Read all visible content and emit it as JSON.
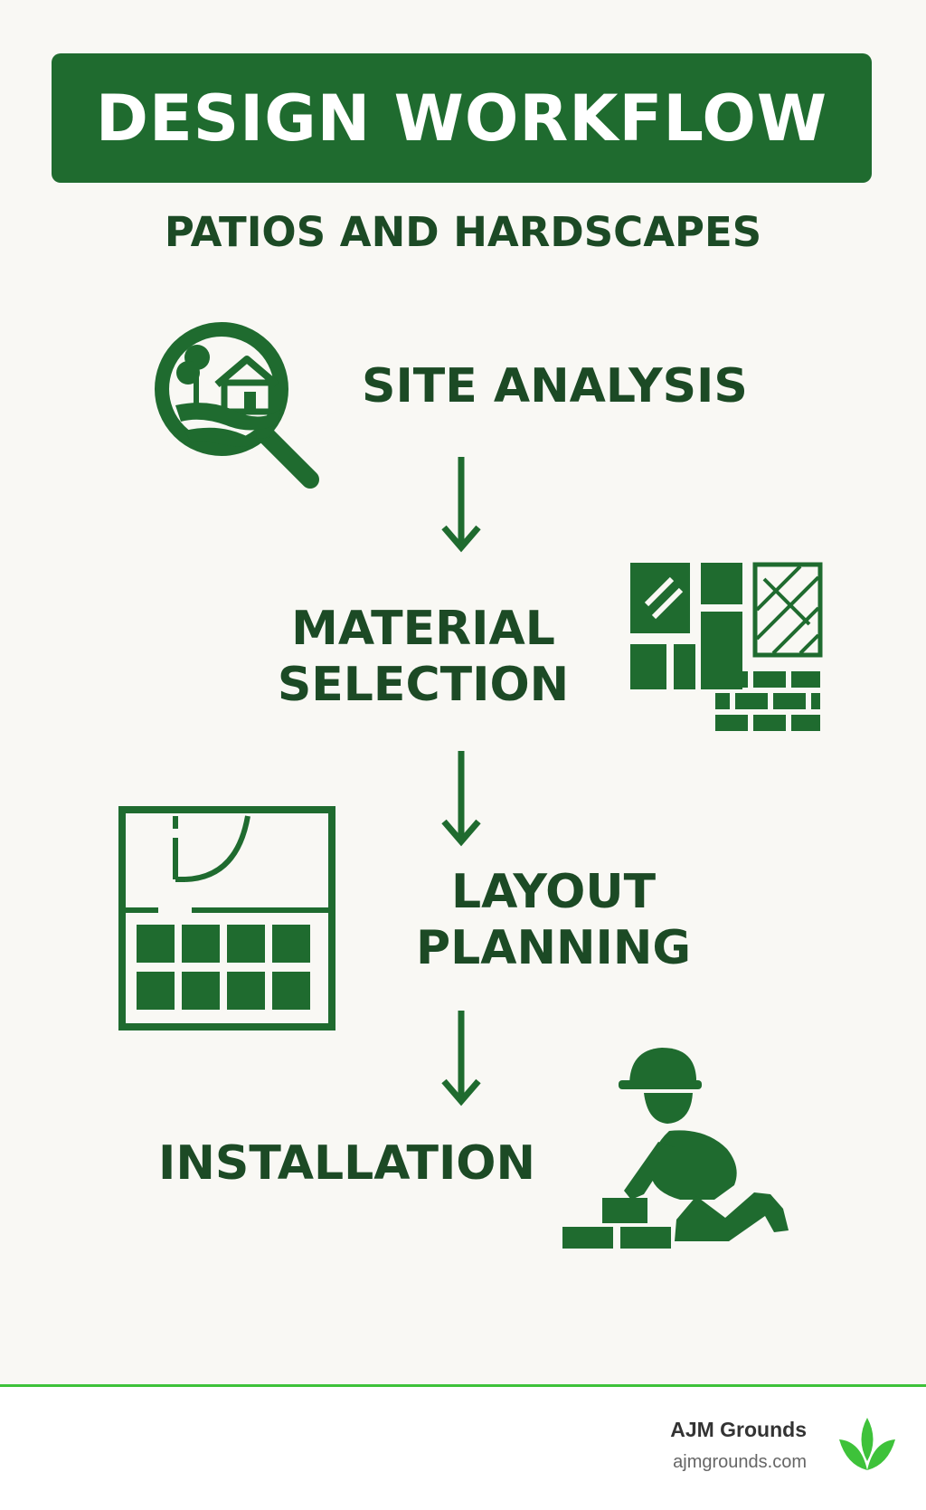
{
  "header": {
    "title": "DESIGN WORKFLOW"
  },
  "subtitle": "PATIOS AND HARDSCAPES",
  "steps": [
    {
      "lines": [
        "SITE ANALYSIS"
      ],
      "icon": "magnifier-house-icon"
    },
    {
      "lines": [
        "MATERIAL",
        "SELECTION"
      ],
      "icon": "paving-materials-icon"
    },
    {
      "lines": [
        "LAYOUT",
        "PLANNING"
      ],
      "icon": "floor-plan-icon"
    },
    {
      "lines": [
        "INSTALLATION"
      ],
      "icon": "worker-laying-bricks-icon"
    }
  ],
  "footer": {
    "brand": "AJM Grounds",
    "url": "ajmgrounds.com"
  },
  "colors": {
    "primary": "#1f6b2f",
    "text": "#1c4a25",
    "accent": "#3ec23a",
    "background": "#f9f8f4"
  }
}
